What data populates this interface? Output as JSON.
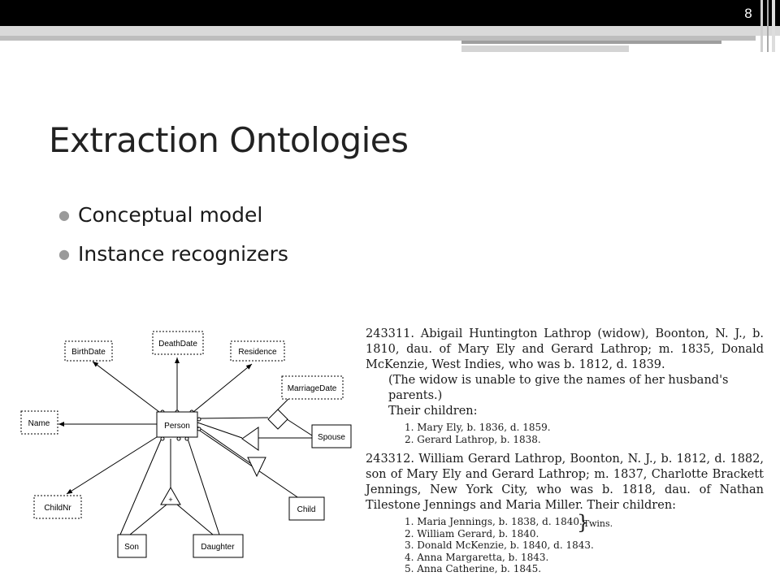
{
  "slide": {
    "page_number": "8",
    "title": "Extraction Ontologies",
    "bullets": [
      "Conceptual model",
      "Instance recognizers"
    ]
  },
  "diagram": {
    "nodes": {
      "person": "Person",
      "birth_date": "BirthDate",
      "death_date": "DeathDate",
      "residence": "Residence",
      "marriage_date": "MarriageDate",
      "name": "Name",
      "spouse": "Spouse",
      "child_nr": "ChildNr",
      "child": "Child",
      "son": "Son",
      "daughter": "Daughter",
      "plus": "+"
    }
  },
  "document": {
    "para1": "243311. Abigail Huntington Lathrop (widow), Boonton, N. J., b. 1810, dau. of Mary Ely and Gerard Lathrop; m. 1835, Donald McKenzie, West Indies, who was b. 1812, d. 1839.",
    "para1_note": "(The widow is unable to give the names of her husband's parents.)",
    "para1_children": "Their children:",
    "list1": [
      "1. Mary Ely, b. 1836, d. 1859.",
      "2. Gerard Lathrop, b. 1838."
    ],
    "para2": "243312. William Gerard Lathrop, Boonton, N. J., b. 1812, d. 1882, son of Mary Ely and Gerard Lathrop; m. 1837, Charlotte Brackett Jennings, New York City, who was b. 1818, dau. of Nathan Tilestone Jennings and Maria Miller. Their children:",
    "list2": [
      "1. Maria Jennings, b. 1838, d. 1840.",
      "2. William Gerard, b. 1840.",
      "3. Donald McKenzie, b. 1840, d. 1843.",
      "4. Anna Margaretta, b. 1843.",
      "5. Anna Catherine, b. 1845."
    ],
    "twins_note": "Twins."
  }
}
